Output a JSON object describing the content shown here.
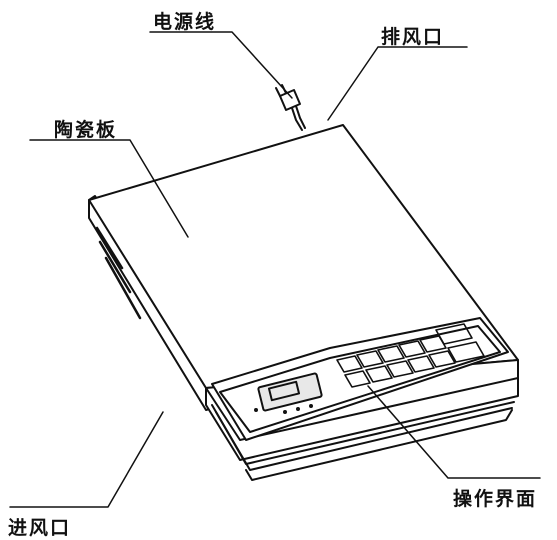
{
  "labels": {
    "power_cord": "电源线",
    "exhaust_vent": "排风口",
    "ceramic_plate": "陶瓷板",
    "control_panel": "操作界面",
    "intake_vent": "进风口"
  },
  "colors": {
    "line": "#111111",
    "display": "#e8e8e8",
    "background": "#ffffff"
  },
  "icons": [
    "power-plug-icon"
  ]
}
